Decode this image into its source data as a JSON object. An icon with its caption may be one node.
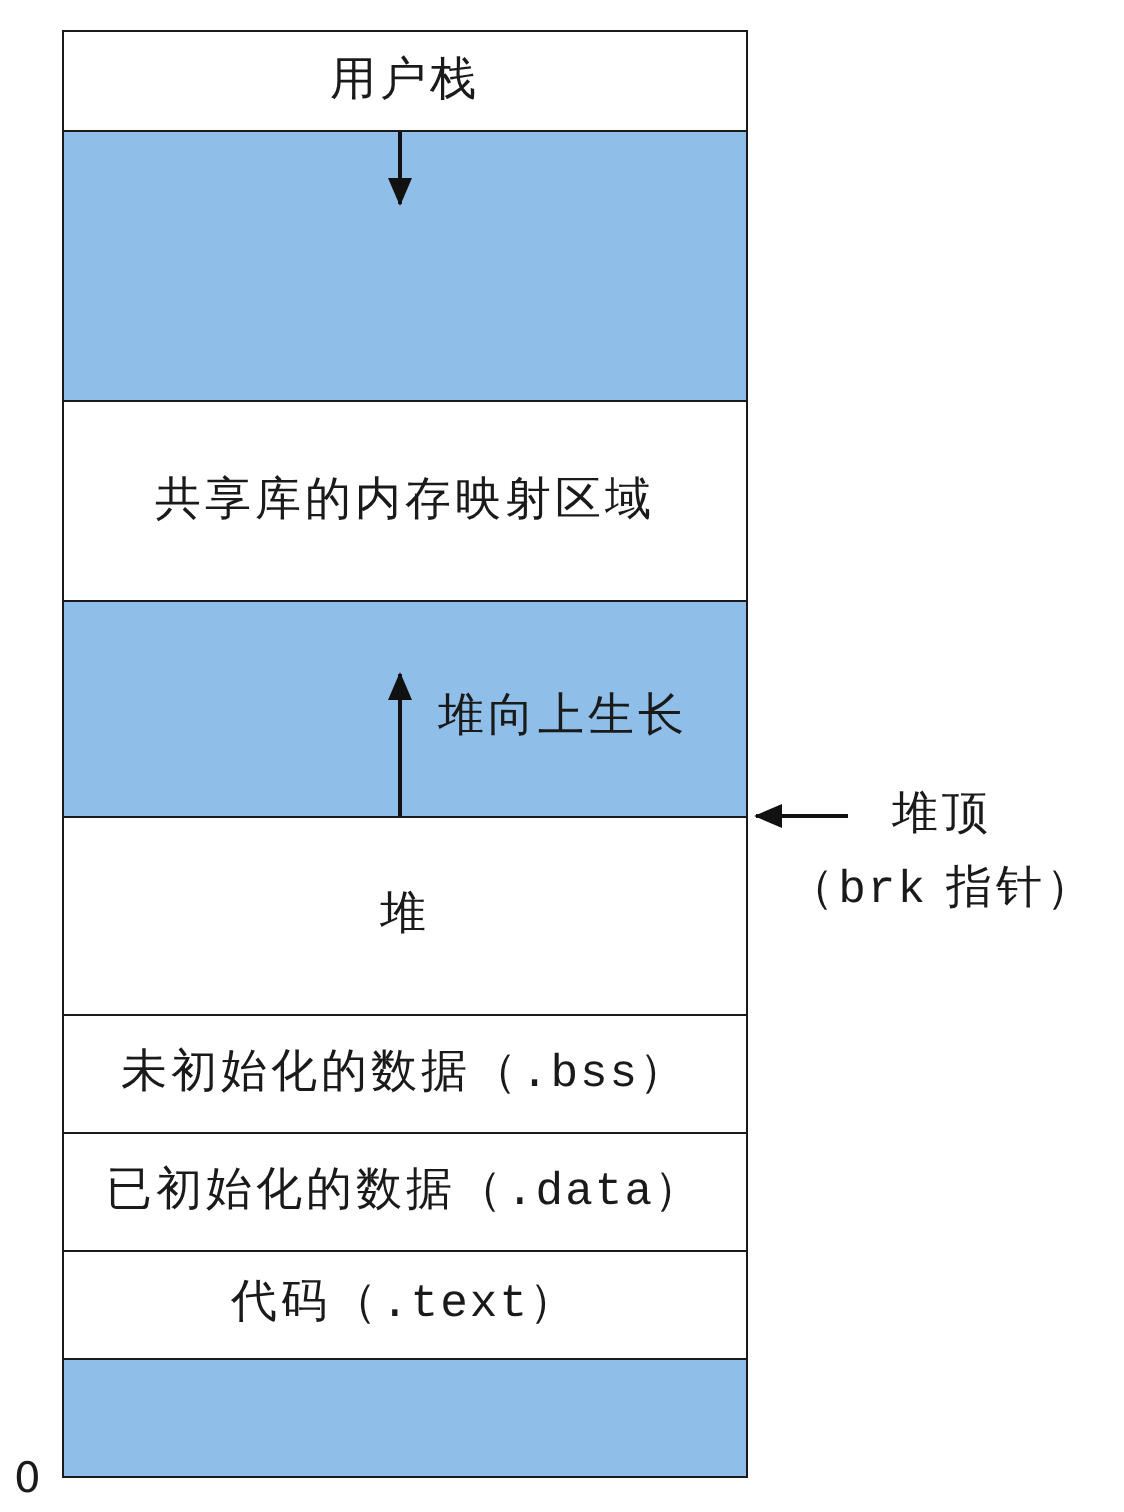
{
  "diagram": {
    "nodes": [
      {
        "text": [
          "用户栈"
        ]
      },
      {
        "text": [],
        "shape": "box"
      },
      {
        "text": [
          "共享库的内存映射区域"
        ]
      },
      {
        "text": [
          "堆向上生长"
        ]
      },
      {
        "text": [
          "堆"
        ]
      },
      {
        "text": [
          "未初始化的数据（.bss）"
        ]
      },
      {
        "text": [
          "已初始化的数据（.data）"
        ]
      },
      {
        "text": [
          "代码（.text）"
        ]
      },
      {
        "text": [],
        "shape": "box"
      },
      {
        "text": [
          "堆顶",
          "（brk 指针）"
        ]
      }
    ],
    "edges": [
      {
        "from": 9,
        "to": 4,
        "arrow": "to"
      },
      {
        "from": 0,
        "to": 1,
        "arrow": "to"
      },
      {
        "from": 4,
        "to": 3,
        "arrow": "to"
      }
    ],
    "labels": [
      "0"
    ]
  }
}
